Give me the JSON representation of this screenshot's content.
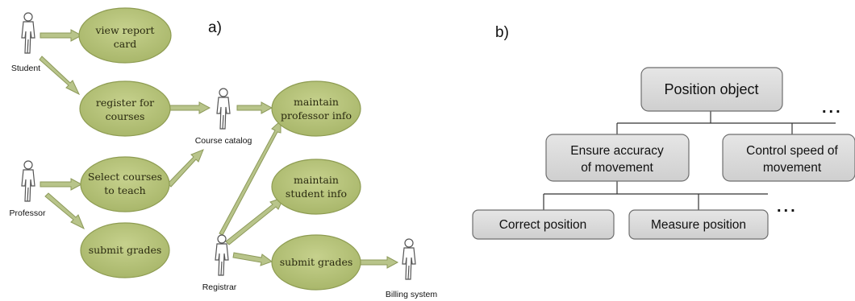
{
  "panel_a": {
    "label": "a)",
    "actors": {
      "student": "Student",
      "professor": "Professor",
      "course_catalog": "Course catalog",
      "registrar": "Registrar",
      "billing_system": "Billing system"
    },
    "use_cases": {
      "view_report_card": [
        "view report",
        "card"
      ],
      "register_for_courses": [
        "register for",
        "courses"
      ],
      "select_courses": [
        "Select courses",
        "to teach"
      ],
      "submit_grades_prof": [
        "submit grades"
      ],
      "maintain_professor": [
        "maintain",
        "professor info"
      ],
      "maintain_student": [
        "maintain",
        "student info"
      ],
      "submit_grades_reg": [
        "submit grades"
      ]
    }
  },
  "panel_b": {
    "label": "b)",
    "root": "Position object",
    "level1": {
      "ensure": [
        "Ensure accuracy",
        "of movement"
      ],
      "control": [
        "Control speed of",
        "movement"
      ]
    },
    "level2": {
      "correct": "Correct position",
      "measure": "Measure position"
    },
    "ellipsis": "..."
  },
  "colors": {
    "ellipse_fill": "#b5c27a",
    "ellipse_stroke": "#8e9c52",
    "arrow_fill": "#b8c48a",
    "arrow_stroke": "#8d9a5a",
    "box_fill": "#d9d9d9",
    "box_stroke": "#6e6e6e"
  }
}
